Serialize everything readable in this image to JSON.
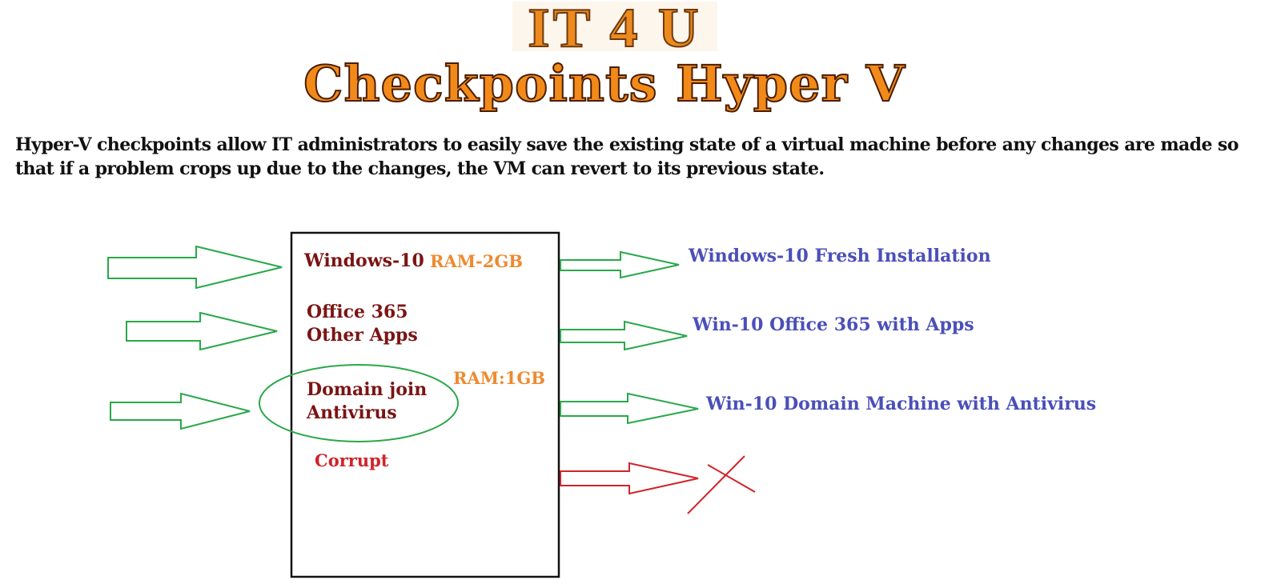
{
  "header": {
    "logo_text": "IT 4 U",
    "title": "Checkpoints Hyper V"
  },
  "description": "Hyper-V checkpoints allow IT administrators to easily save the existing state of a virtual machine before any changes are made so that if a problem crops up due to the changes, the VM can revert to its previous state.",
  "vm_box": {
    "windows_label": "Windows-10",
    "ram_primary": "RAM-2GB",
    "apps_line1": "Office 365",
    "apps_line2": "Other Apps",
    "domain_line1": "Domain join",
    "domain_line2": "Antivirus",
    "ram_secondary": "RAM:1GB",
    "corrupt_label": "Corrupt"
  },
  "checkpoints": [
    "Windows-10 Fresh Installation",
    "Win-10 Office 365 with Apps",
    "Win-10 Domain Machine with Antivirus"
  ],
  "colors": {
    "arrow_green": "#2aa84a",
    "arrow_red": "#d1232a",
    "box_text": "#7b1414",
    "ram_orange": "#ee8a30",
    "result_blue": "#4a4fb8"
  }
}
